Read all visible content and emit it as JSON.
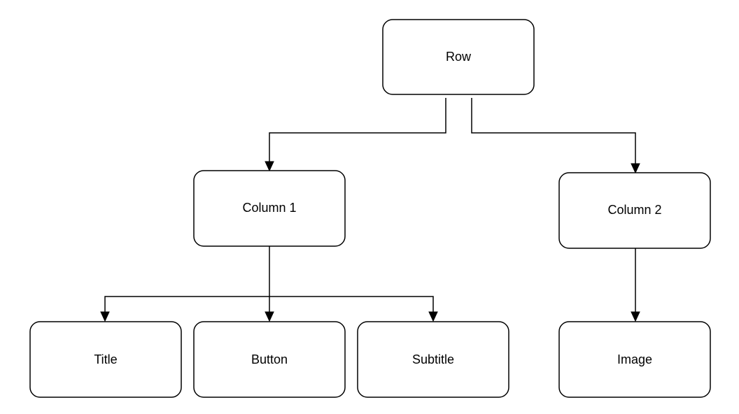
{
  "nodes": {
    "row": "Row",
    "column1": "Column 1",
    "column2": "Column 2",
    "title": "Title",
    "button": "Button",
    "subtitle": "Subtitle",
    "image": "Image"
  },
  "edges": [
    {
      "from": "row",
      "to": "column1"
    },
    {
      "from": "row",
      "to": "column2"
    },
    {
      "from": "column1",
      "to": "title"
    },
    {
      "from": "column1",
      "to": "button"
    },
    {
      "from": "column1",
      "to": "subtitle"
    },
    {
      "from": "column2",
      "to": "image"
    }
  ],
  "colors": {
    "stroke": "#000000",
    "fill": "#ffffff"
  }
}
